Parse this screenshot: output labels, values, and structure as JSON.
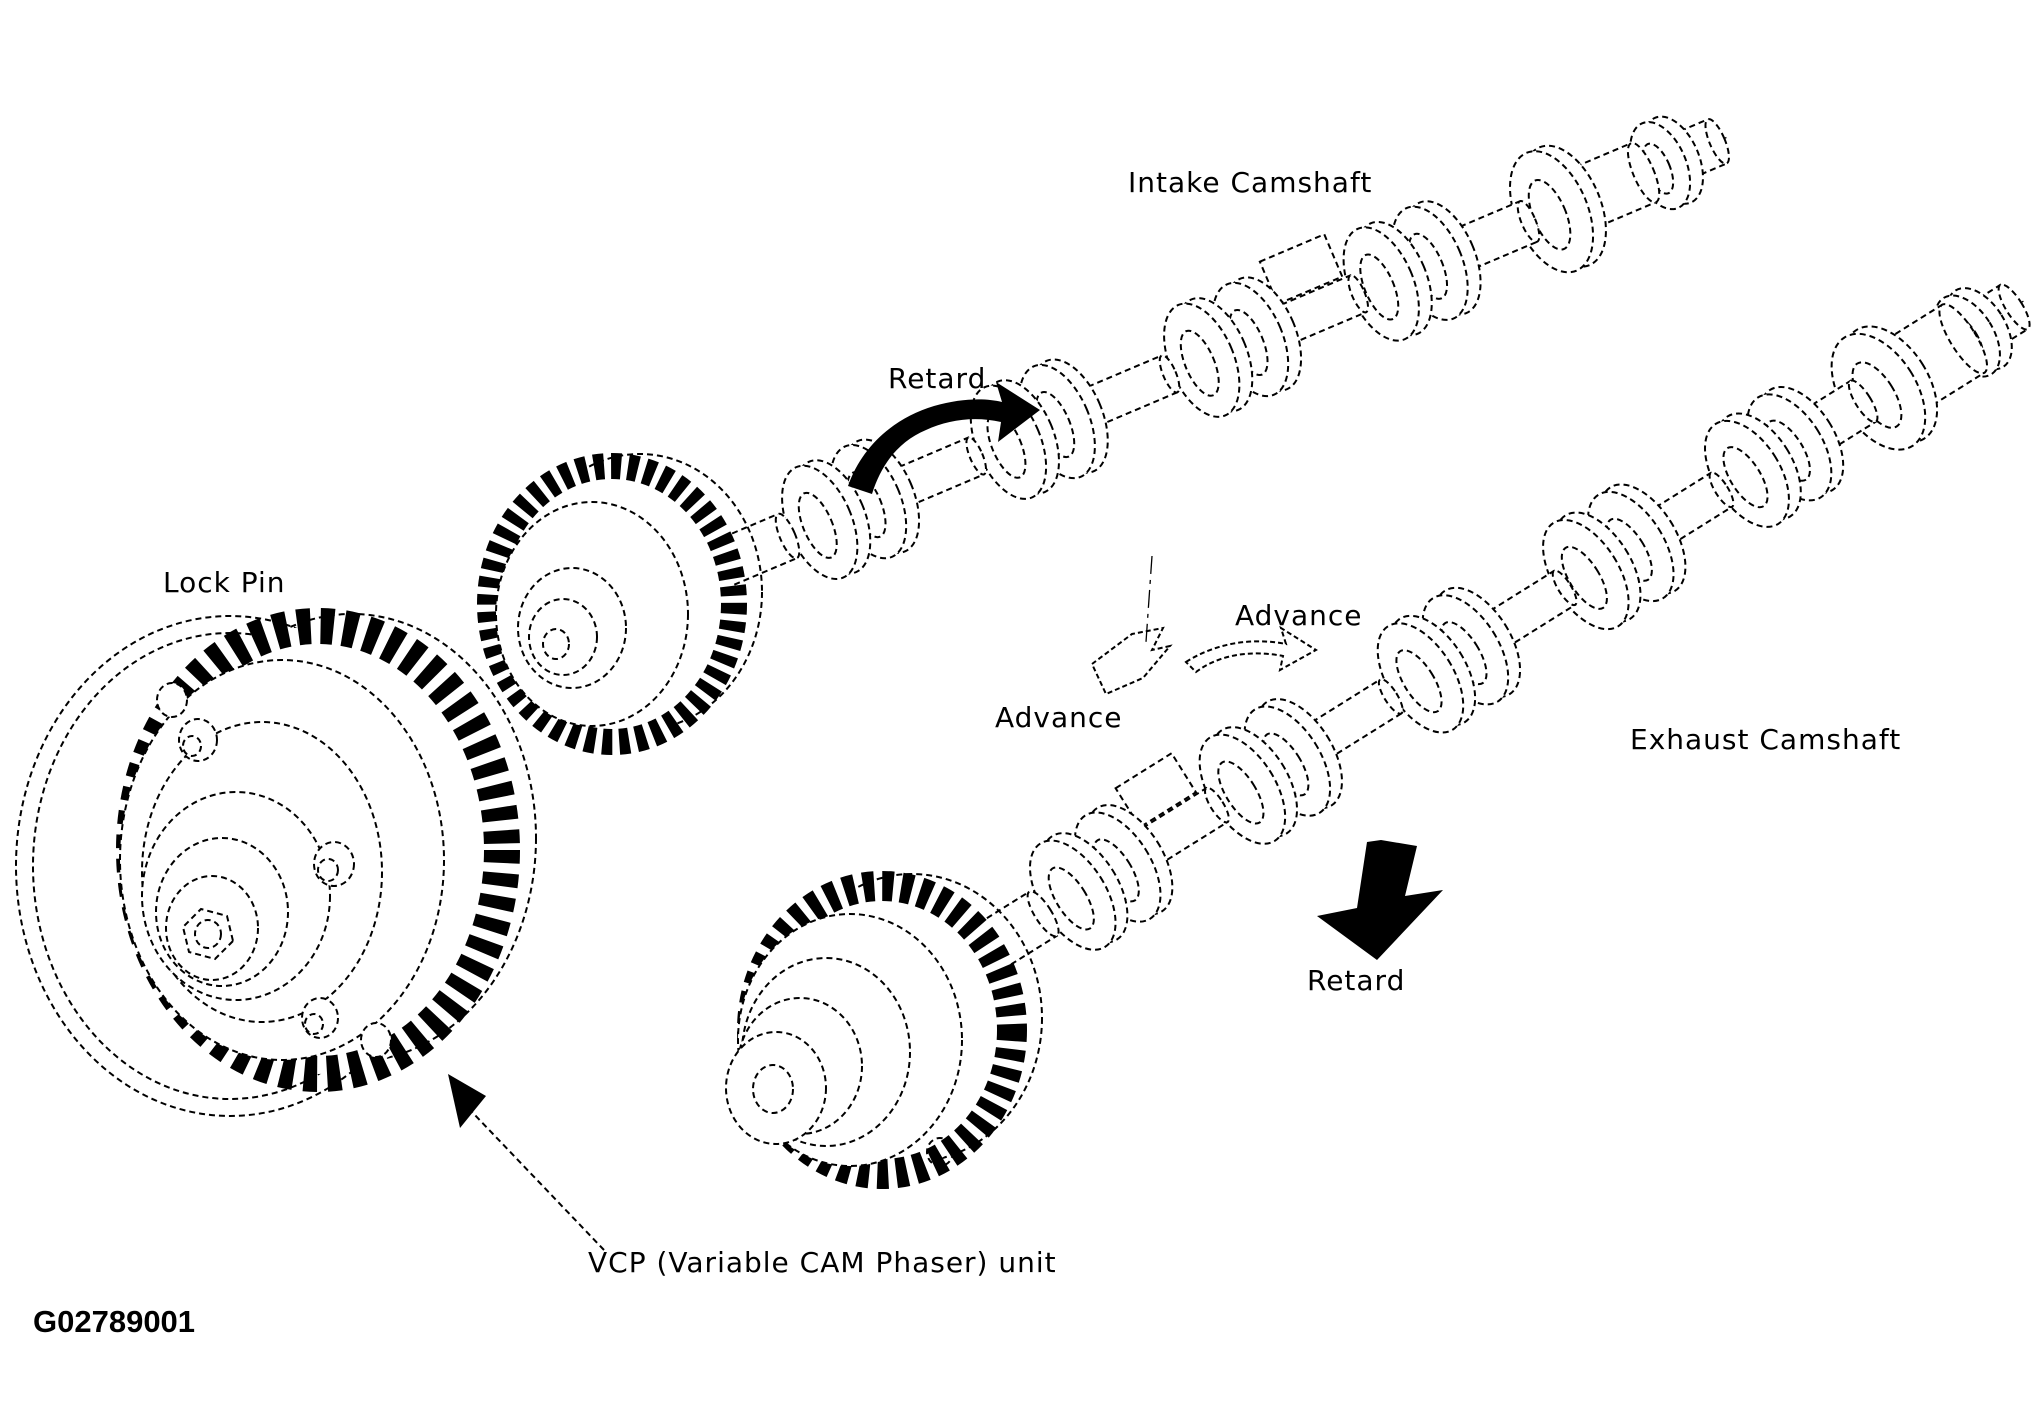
{
  "figure": {
    "code": "G02789001"
  },
  "colors": {
    "background": "#ffffff",
    "line": "#000000"
  },
  "labels": {
    "intake_camshaft": "Intake Camshaft",
    "retard_top": "Retard",
    "lock_pin": "Lock Pin",
    "advance_upper": "Advance",
    "advance_lower": "Advance",
    "exhaust_camshaft": "Exhaust Camshaft",
    "retard_bottom": "Retard",
    "vcp_unit": "VCP (Variable CAM Phaser) unit"
  }
}
